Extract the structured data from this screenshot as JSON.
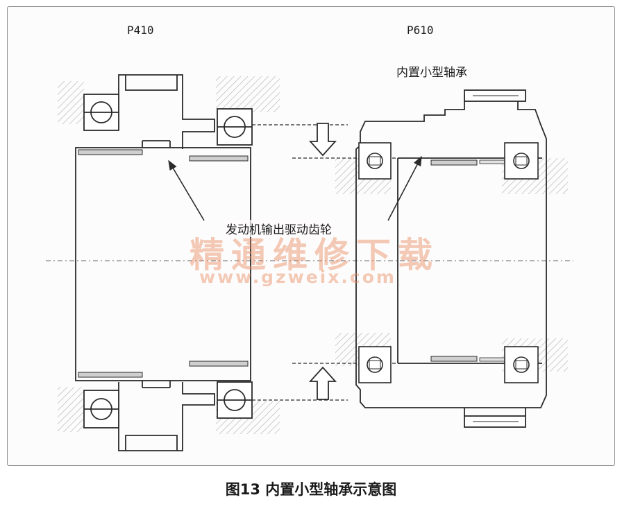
{
  "diagram": {
    "left_model": "P410",
    "right_model": "P610",
    "bearing_label": "内置小型轴承",
    "gear_label": "发动机输出驱动齿轮"
  },
  "watermark": {
    "cn": "精通维修下载",
    "url": "www.gzweix.com"
  },
  "caption": "图13 内置小型轴承示意图",
  "colors": {
    "line": "#2a2a2a",
    "watermark": "#e68c5f",
    "frame": "#8c8c8c"
  }
}
